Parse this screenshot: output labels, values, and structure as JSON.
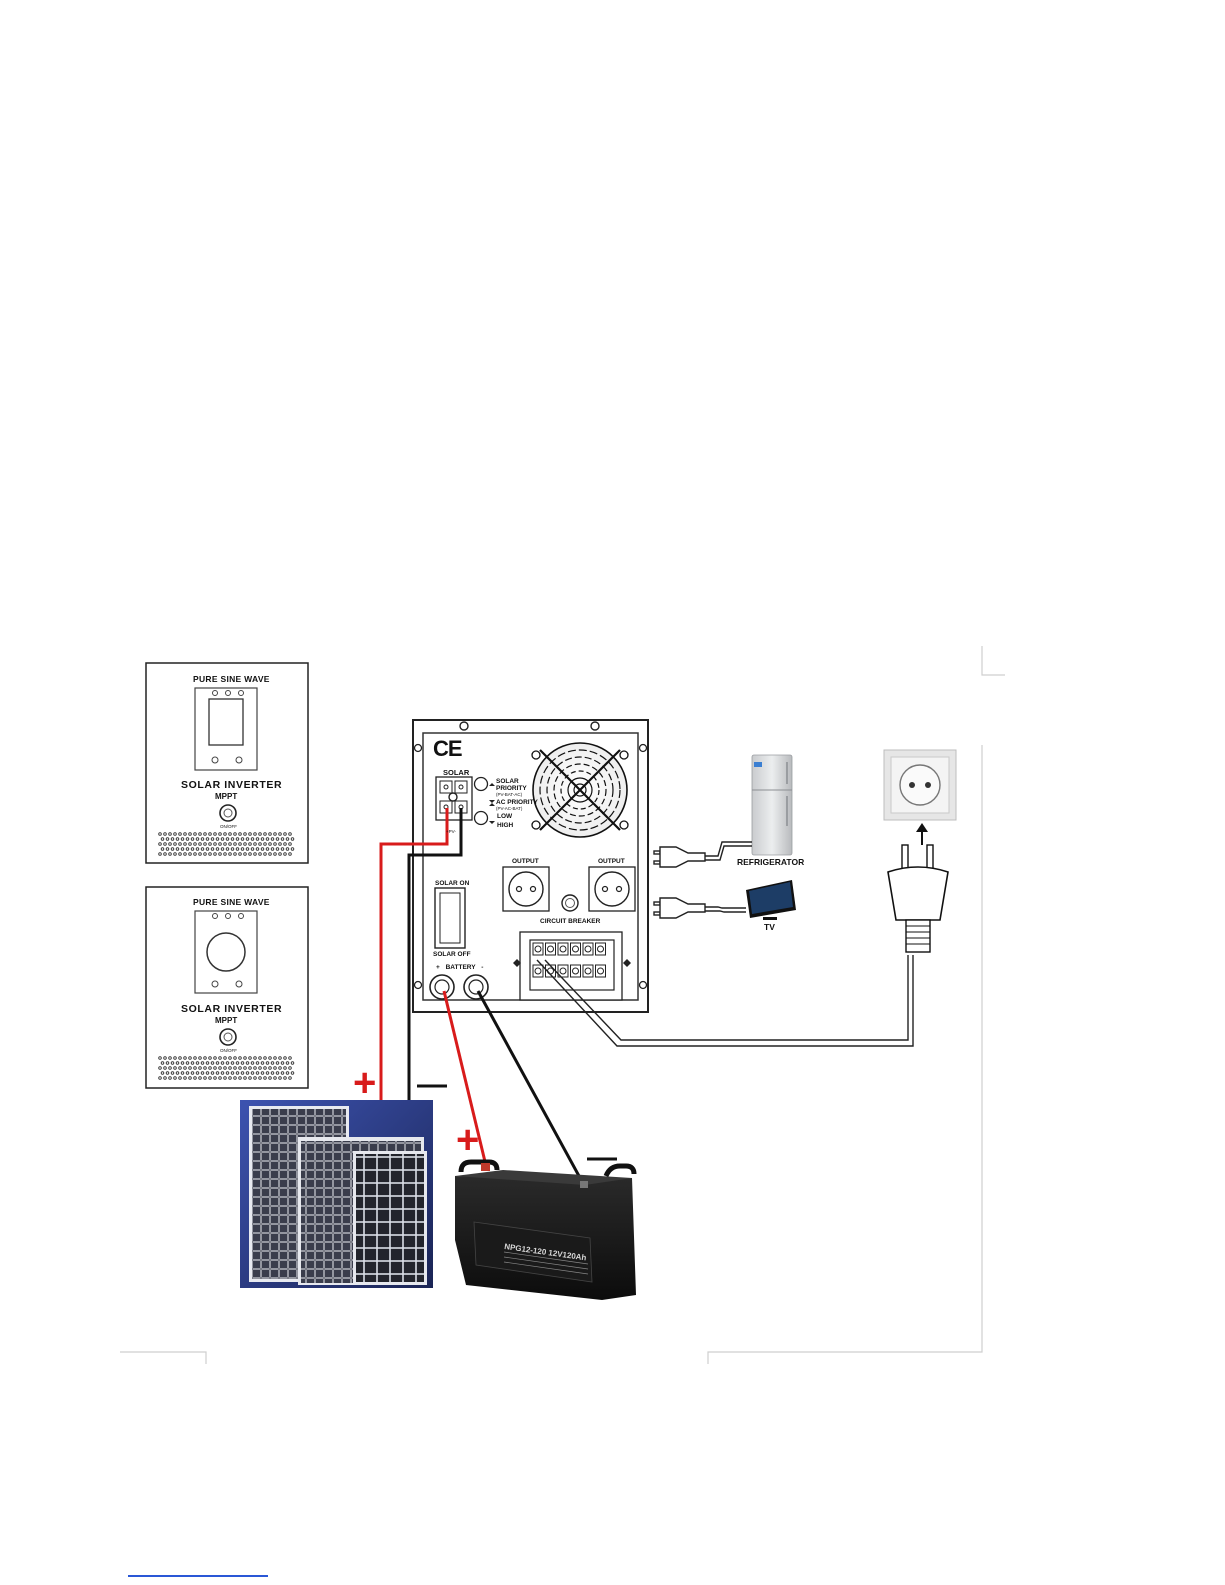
{
  "inverter_front_panels": [
    {
      "title": "PURE SINE WAVE",
      "name": "SOLAR INVERTER",
      "sub": "MPPT",
      "switch": "ON/OFF"
    },
    {
      "title": "PURE SINE WAVE",
      "name": "SOLAR INVERTER",
      "sub": "MPPT",
      "switch": "ON/OFF"
    }
  ],
  "rear_panel": {
    "ce_mark": "CE",
    "solar_label": "SOLAR",
    "pv_label": "+PV-",
    "priority": {
      "solar": "SOLAR PRIORITY",
      "solar_sub": "(PV-BAT-AC)",
      "ac": "AC PRIORITY",
      "ac_sub": "(PV-AC-BAT)"
    },
    "level": {
      "low": "LOW",
      "high": "HIGH"
    },
    "outputs": [
      "OUTPUT",
      "OUTPUT"
    ],
    "breaker": "CIRCUIT BREAKER",
    "switch_on": "SOLAR ON",
    "switch_off": "SOLAR OFF",
    "battery": "+ BATTERY -"
  },
  "battery_label": "NPG12-120 12V120Ah",
  "appliances": {
    "fridge": "REFRIGERATOR",
    "tv": "TV"
  },
  "polarity": {
    "plus": "+",
    "minus": "—"
  },
  "colors": {
    "positive_wire": "#d81b1b",
    "negative_wire": "#111111",
    "panel_blue": "#2d3f8f"
  }
}
